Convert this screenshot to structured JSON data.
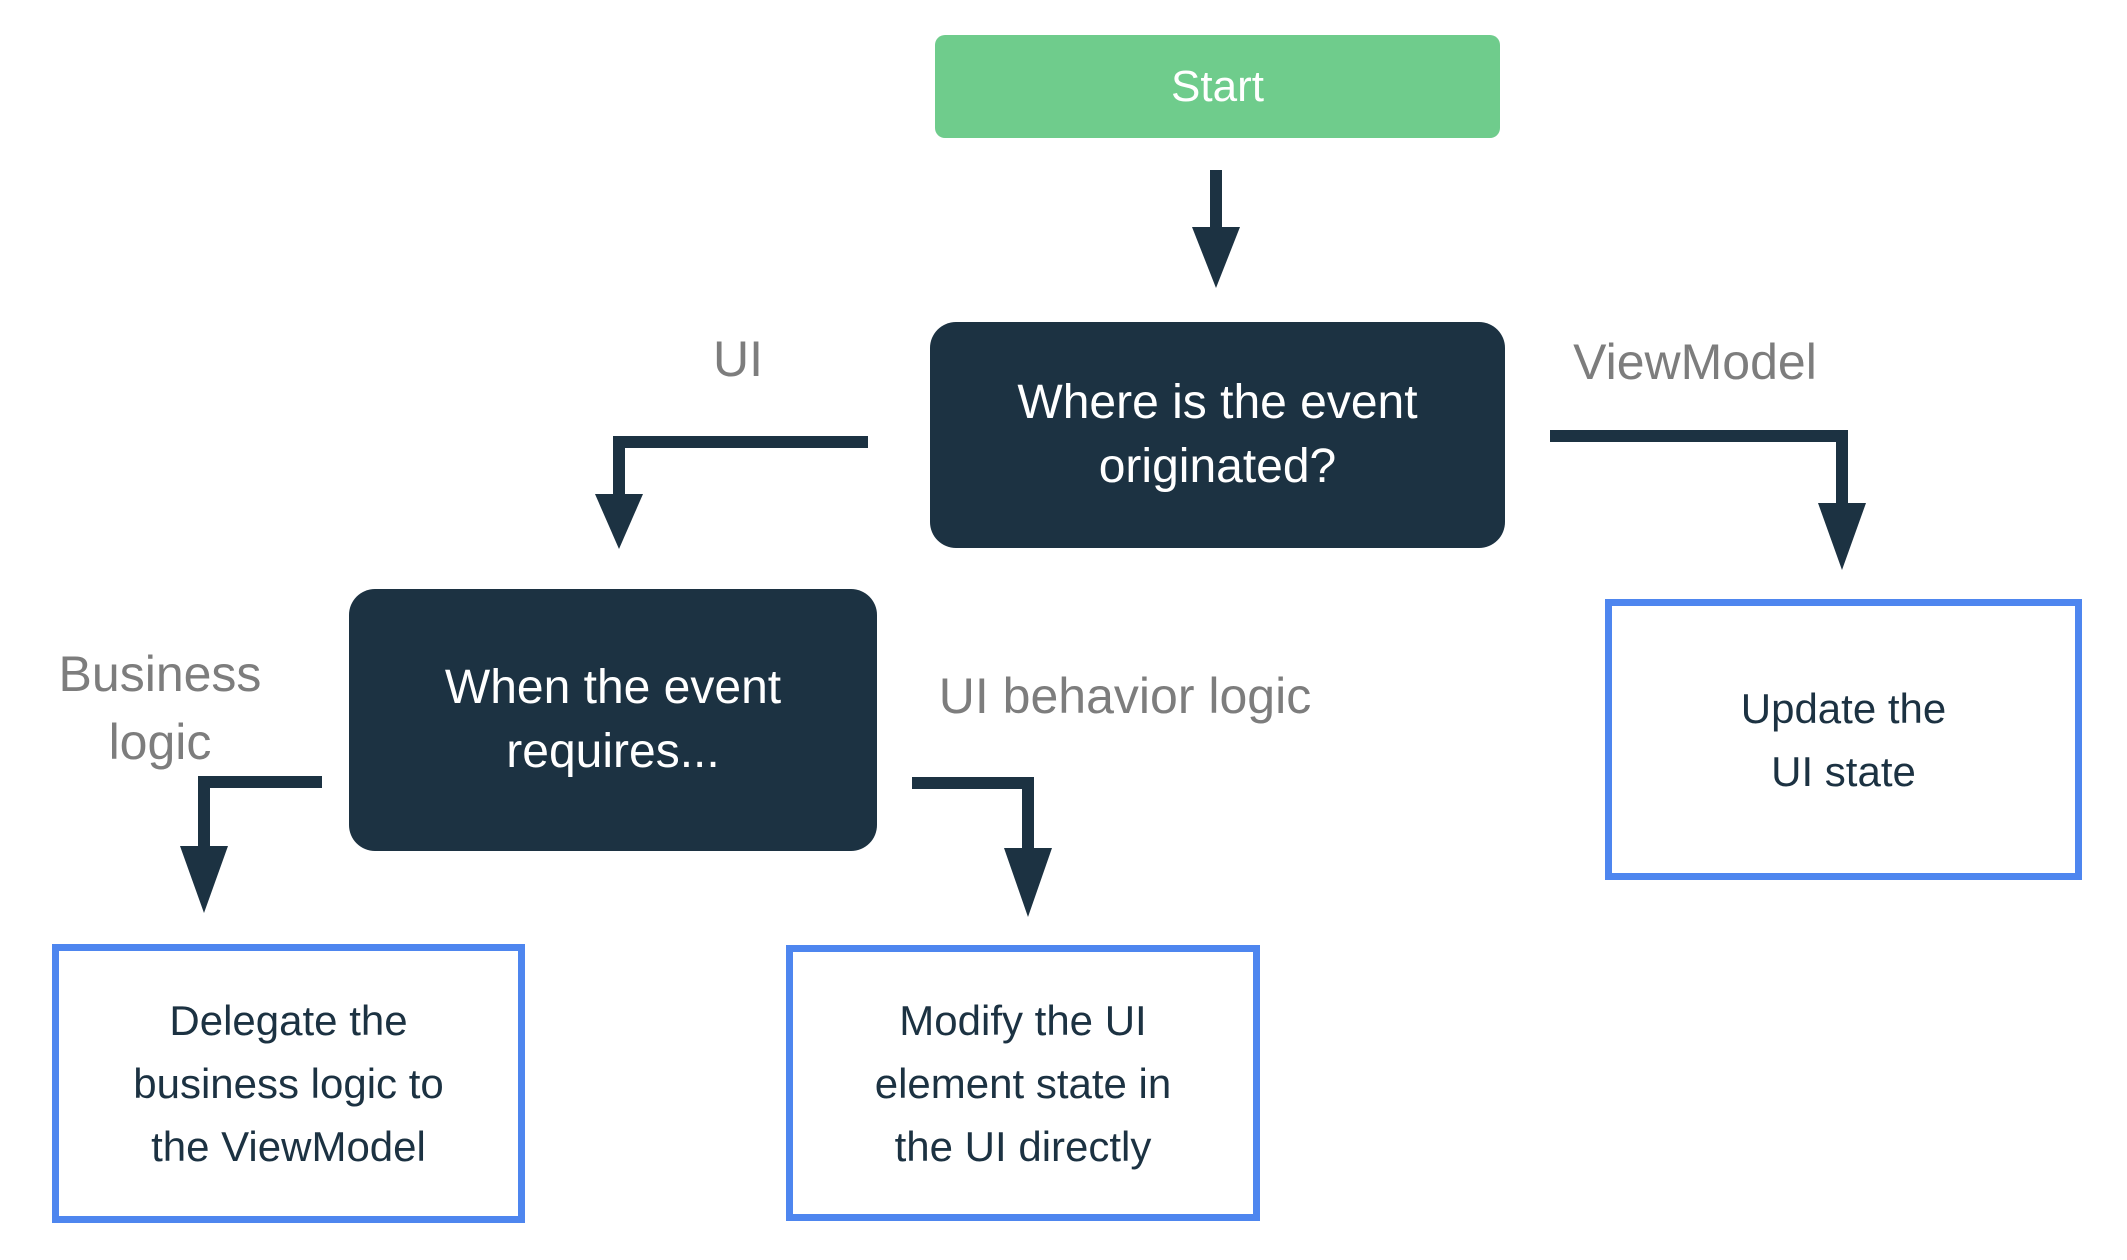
{
  "palette": {
    "start_green": "#6FCC8C",
    "node_navy": "#1C3242",
    "outline_blue": "#4E86EF",
    "edge_label_gray": "#7D7D7D",
    "background": "#FFFFFF",
    "white_text": "#FFFFFF"
  },
  "nodes": {
    "start": {
      "label": "Start"
    },
    "question": {
      "line1": "Where is the event",
      "line2": "originated?"
    },
    "when": {
      "line1": "When the event",
      "line2": "requires..."
    },
    "update": {
      "line1": "Update the",
      "line2": "UI state"
    },
    "delegate": {
      "line1": "Delegate the",
      "line2": "business logic to",
      "line3": "the ViewModel"
    },
    "modify": {
      "line1": "Modify the UI",
      "line2": "element state in",
      "line3": "the UI directly"
    }
  },
  "edge_labels": {
    "ui": "UI",
    "viewmodel": "ViewModel",
    "business_logic_line1": "Business",
    "business_logic_line2": "logic",
    "ui_behavior_logic": "UI behavior logic"
  },
  "edges": [
    {
      "from": "start",
      "to": "question",
      "label": ""
    },
    {
      "from": "question",
      "to": "when",
      "label": "UI"
    },
    {
      "from": "question",
      "to": "update",
      "label": "ViewModel"
    },
    {
      "from": "when",
      "to": "delegate",
      "label": "Business logic"
    },
    {
      "from": "when",
      "to": "modify",
      "label": "UI behavior logic"
    }
  ]
}
